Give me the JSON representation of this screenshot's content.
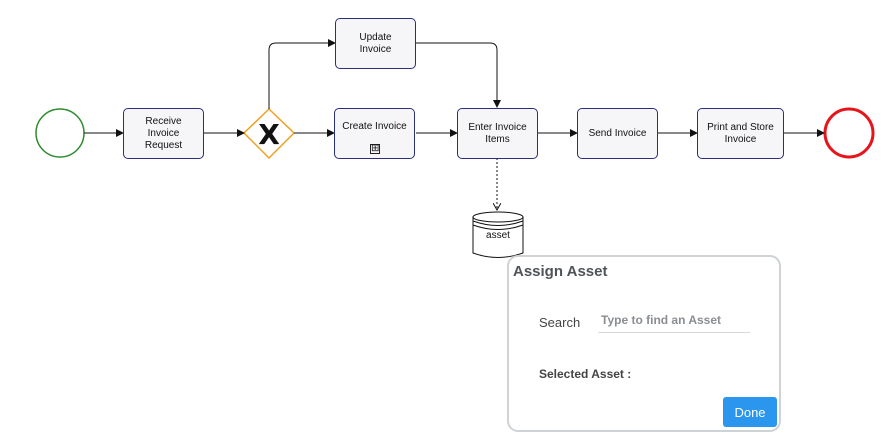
{
  "diagram": {
    "tasks": {
      "receive_invoice_request": "Receive\nInvoice\nRequest",
      "update_invoice": "Update\nInvoice",
      "create_invoice": "Create Invoice",
      "create_invoice_marker": "⊞",
      "enter_invoice_items": "Enter Invoice\nItems",
      "send_invoice": "Send Invoice",
      "print_and_store_invoice": "Print and Store\nInvoice"
    },
    "gateway_symbol": "X",
    "data_store_label": "asset"
  },
  "assign_asset_dialog": {
    "title": "Assign Asset",
    "search_label": "Search",
    "search_placeholder": "Type to find an Asset",
    "search_value": "",
    "selected_asset_label": "Selected Asset :",
    "done_button": "Done"
  },
  "colors": {
    "task_border": "#2a2f7a",
    "start_event": "#2e8b2e",
    "end_event": "#e8141c",
    "gateway": "#f0a020",
    "done_button": "#2b96ee"
  }
}
